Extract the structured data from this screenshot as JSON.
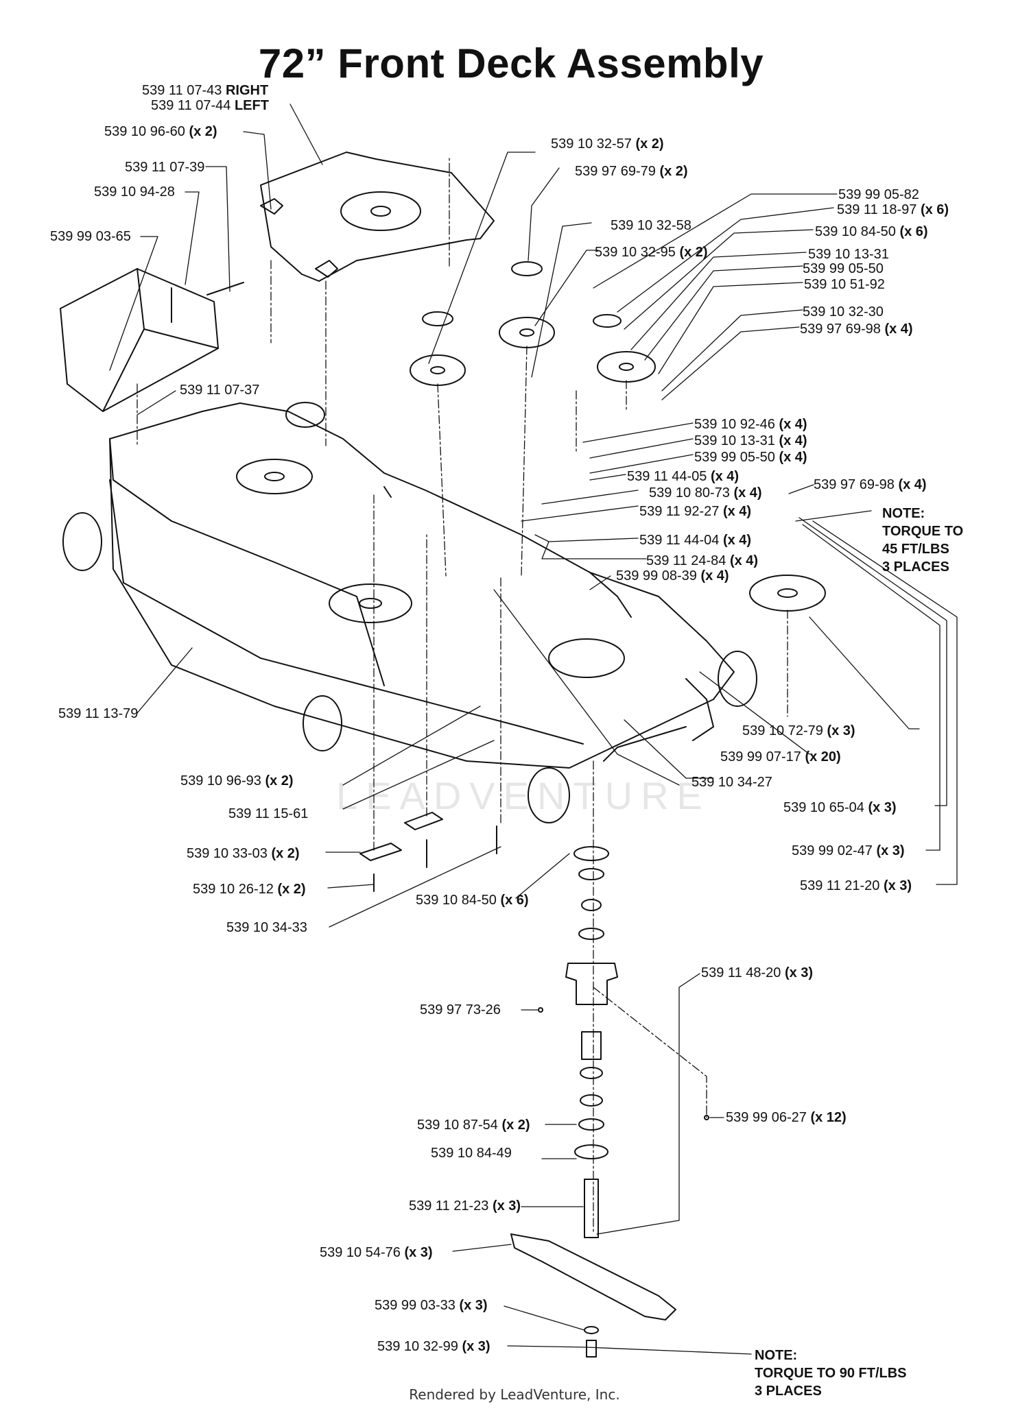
{
  "title": "72” Front Deck Assembly",
  "watermark": "LEADVENTURE",
  "footer": "Rendered by LeadVenture, Inc.",
  "notes": {
    "top_right": [
      "NOTE:",
      "TORQUE TO",
      "45 FT/LBS",
      "3 PLACES"
    ],
    "bottom": [
      "NOTE:",
      "TORQUE TO 90 FT/LBS",
      "3 PLACES"
    ]
  },
  "parts": [
    {
      "pn": "539 11 07-43",
      "q": "RIGHT"
    },
    {
      "pn": "539 11 07-44",
      "q": "LEFT"
    },
    {
      "pn": "539 10 96-60",
      "q": "(x 2)"
    },
    {
      "pn": "539 11 07-39",
      "q": ""
    },
    {
      "pn": "539 10 94-28",
      "q": ""
    },
    {
      "pn": "539 99 03-65",
      "q": ""
    },
    {
      "pn": "539 11 07-37",
      "q": ""
    },
    {
      "pn": "539 10 32-57",
      "q": "(x 2)"
    },
    {
      "pn": "539 97 69-79",
      "q": "(x 2)"
    },
    {
      "pn": "539 10 32-58",
      "q": ""
    },
    {
      "pn": "539 10 32-95",
      "q": "(x 2)"
    },
    {
      "pn": "539 99 05-82",
      "q": ""
    },
    {
      "pn": "539 11 18-97",
      "q": "(x 6)"
    },
    {
      "pn": "539 10 84-50",
      "q": "(x 6)"
    },
    {
      "pn": "539 10 13-31",
      "q": ""
    },
    {
      "pn": "539 99 05-50",
      "q": ""
    },
    {
      "pn": "539 10 51-92",
      "q": ""
    },
    {
      "pn": "539 10 32-30",
      "q": ""
    },
    {
      "pn": "539 97 69-98",
      "q": "(x 4)"
    },
    {
      "pn": "539 10 92-46",
      "q": "(x 4)"
    },
    {
      "pn": "539 10 13-31",
      "q": "(x 4)"
    },
    {
      "pn": "539 99 05-50",
      "q": "(x 4)"
    },
    {
      "pn": "539 11 44-05",
      "q": "(x 4)"
    },
    {
      "pn": "539 97 69-98",
      "q": "(x 4)"
    },
    {
      "pn": "539 10 80-73",
      "q": "(x 4)"
    },
    {
      "pn": "539 11 92-27",
      "q": "(x 4)"
    },
    {
      "pn": "539 11 44-04",
      "q": "(x 4)"
    },
    {
      "pn": "539 11 24-84",
      "q": "(x 4)"
    },
    {
      "pn": "539 99 08-39",
      "q": "(x 4)"
    },
    {
      "pn": "539 11 13-79",
      "q": ""
    },
    {
      "pn": "539 10 72-79",
      "q": "(x 3)"
    },
    {
      "pn": "539 99 07-17",
      "q": "(x 20)"
    },
    {
      "pn": "539 10 96-93",
      "q": "(x 2)"
    },
    {
      "pn": "539 10 34-27",
      "q": ""
    },
    {
      "pn": "539 11 15-61",
      "q": ""
    },
    {
      "pn": "539 10 65-04",
      "q": "(x 3)"
    },
    {
      "pn": "539 99 02-47",
      "q": "(x 3)"
    },
    {
      "pn": "539 10 33-03",
      "q": "(x 2)"
    },
    {
      "pn": "539 11 21-20",
      "q": "(x 3)"
    },
    {
      "pn": "539 10 26-12",
      "q": "(x 2)"
    },
    {
      "pn": "539 10 84-50",
      "q": "(x 6)"
    },
    {
      "pn": "539 10 34-33",
      "q": ""
    },
    {
      "pn": "539 11 48-20",
      "q": "(x 3)"
    },
    {
      "pn": "539 97 73-26",
      "q": ""
    },
    {
      "pn": "539 99 06-27",
      "q": "(x 12)"
    },
    {
      "pn": "539 10 87-54",
      "q": "(x 2)"
    },
    {
      "pn": "539 10 84-49",
      "q": ""
    },
    {
      "pn": "539 11 21-23",
      "q": "(x 3)"
    },
    {
      "pn": "539 10 54-76",
      "q": "(x 3)"
    },
    {
      "pn": "539 99 03-33",
      "q": "(x 3)"
    },
    {
      "pn": "539 10 32-99",
      "q": "(x 3)"
    }
  ]
}
